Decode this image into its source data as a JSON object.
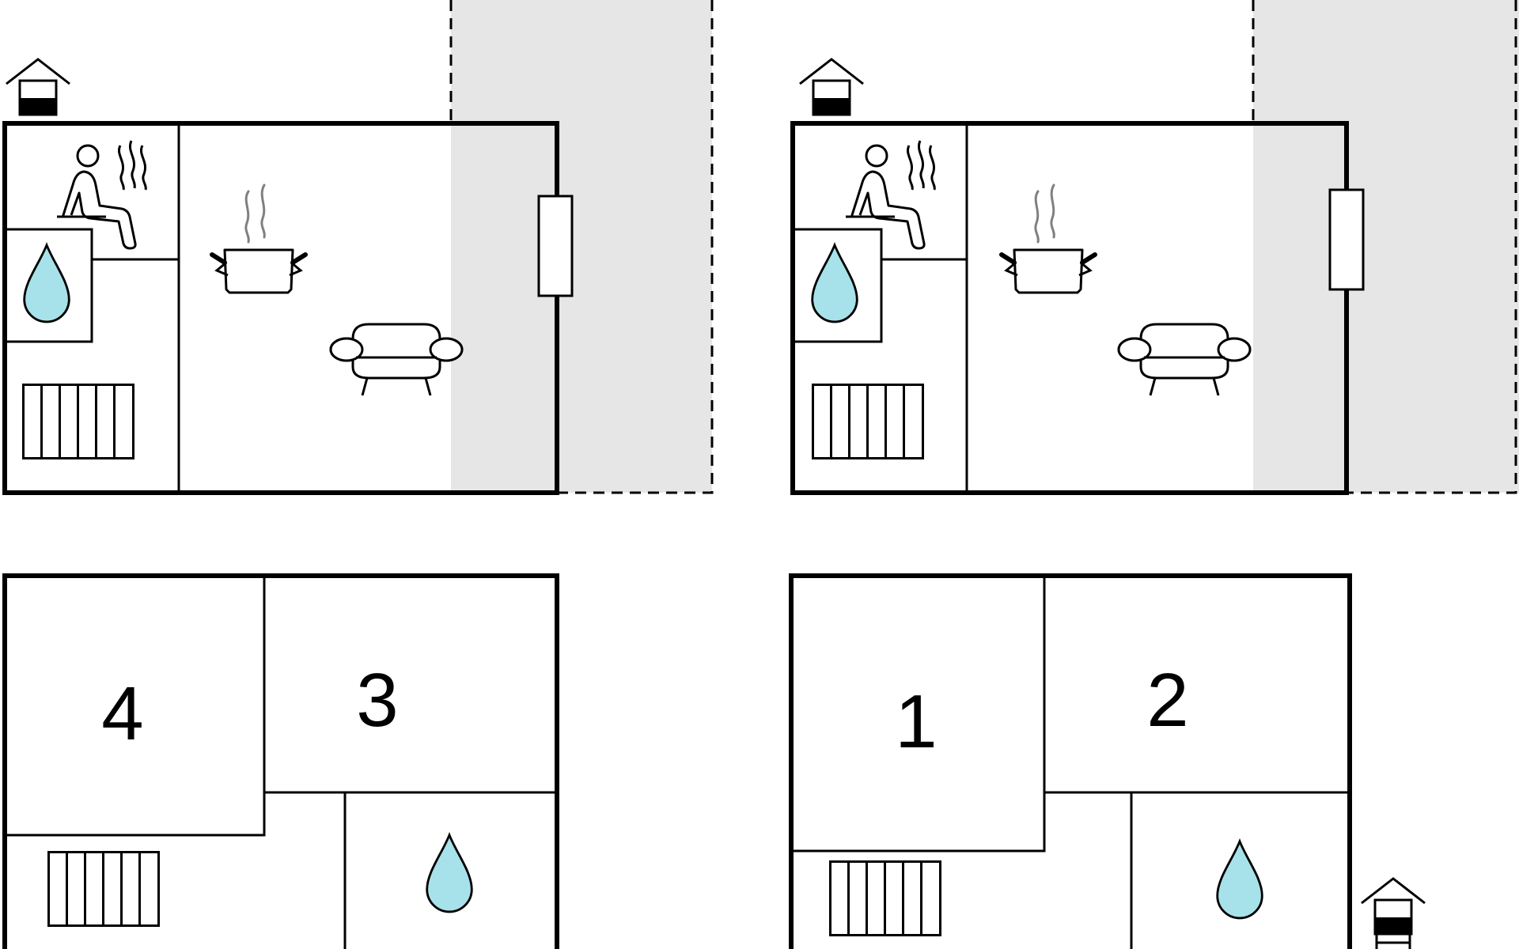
{
  "colors": {
    "wall": "#000000",
    "terrace_fill": "#e6e6e6",
    "water_drop": "#a7e2ea",
    "steam": "#808080",
    "background": "#ffffff"
  },
  "floors": [
    {
      "name": "ground-floor-left",
      "icons": [
        "entrance-house-icon",
        "sauna-icon",
        "bathroom-drop-icon",
        "radiator-icon",
        "cooking-pot-icon",
        "sofa-icon",
        "window-icon"
      ]
    },
    {
      "name": "ground-floor-right",
      "icons": [
        "entrance-house-icon",
        "sauna-icon",
        "bathroom-drop-icon",
        "radiator-icon",
        "cooking-pot-icon",
        "sofa-icon",
        "window-icon"
      ]
    },
    {
      "name": "upper-floor-left",
      "rooms": [
        {
          "label": "4"
        },
        {
          "label": "3"
        }
      ],
      "icons": [
        "radiator-icon",
        "bathroom-drop-icon"
      ]
    },
    {
      "name": "upper-floor-right",
      "rooms": [
        {
          "label": "1"
        },
        {
          "label": "2"
        }
      ],
      "icons": [
        "radiator-icon",
        "bathroom-drop-icon",
        "entrance-house-icon"
      ]
    }
  ]
}
